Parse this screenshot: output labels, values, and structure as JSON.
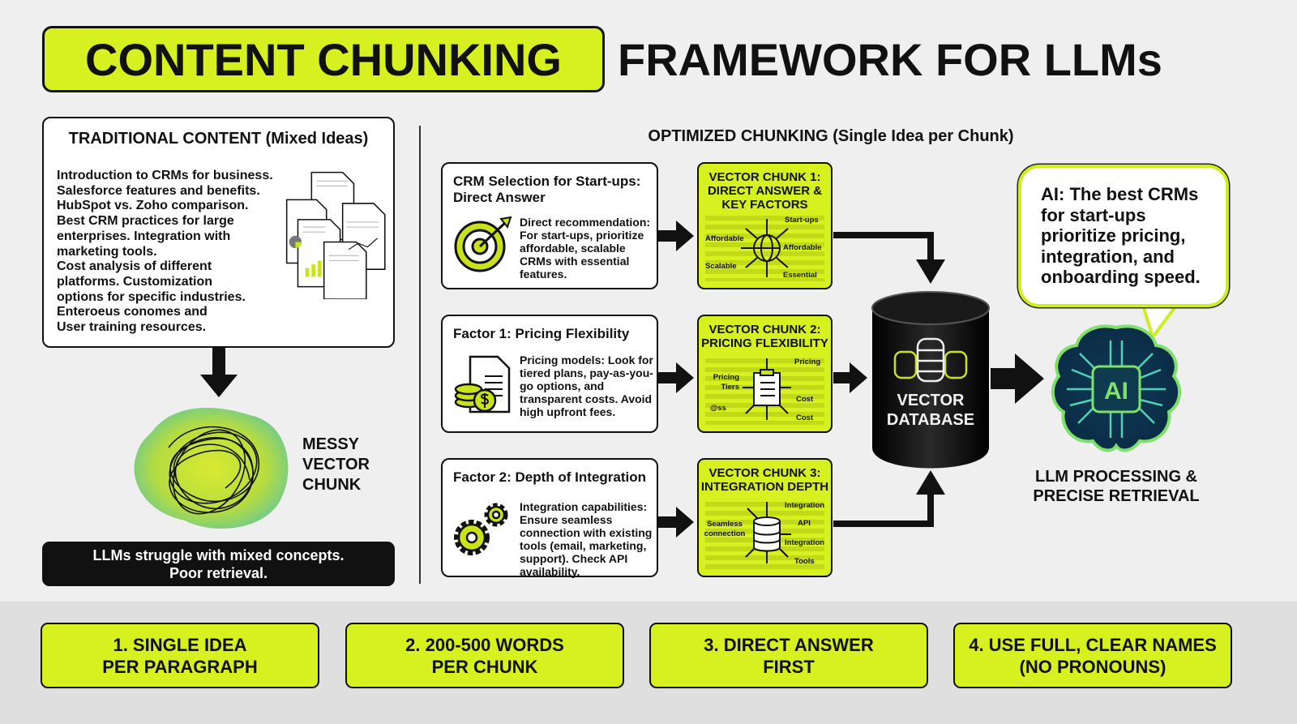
{
  "colors": {
    "accent": "#d6f020",
    "dark": "#111111",
    "background": "#efefef"
  },
  "title": {
    "highlight": "CONTENT CHUNKING",
    "rest": "FRAMEWORK FOR LLMs"
  },
  "traditional": {
    "title": "TRADITIONAL CONTENT (Mixed Ideas)",
    "lines": [
      "Introduction to CRMs for business.",
      "Salesforce features and benefits.",
      "HubSpot vs. Zoho comparison.",
      "Best CRM practices for large",
      "enterprises. Integration with",
      "marketing tools.",
      "Cost analysis of different",
      "platforms. Customization",
      "options for specific industries.",
      "Enteroeus conomes and",
      "User training resources."
    ],
    "doc_illustration": "stacked-documents-icon",
    "messy_label": [
      "MESSY",
      "VECTOR",
      "CHUNK"
    ],
    "problem": [
      "LLMs struggle with mixed concepts.",
      "Poor retrieval."
    ]
  },
  "optimized": {
    "heading": "OPTIMIZED CHUNKING (Single Idea per Chunk)",
    "cards": [
      {
        "title": "CRM Selection for Start-ups: Direct Answer",
        "icon": "target-icon",
        "body": "Direct recommendation: For start-ups, prioritize affordable, scalable CRMs with essential features."
      },
      {
        "title": "Factor 1: Pricing Flexibility",
        "icon": "pricing-document-coins-icon",
        "body": "Pricing models: Look for tiered plans, pay-as-you-go options, and transparent costs. Avoid high upfront fees."
      },
      {
        "title": "Factor 2: Depth of Integration",
        "icon": "gears-icon",
        "body": "Integration capabilities: Ensure seamless connection with existing tools (email, marketing, support). Check API availability."
      }
    ],
    "chunks": [
      {
        "title": "VECTOR CHUNK 1: DIRECT ANSWER & KEY FACTORS",
        "icon": "globe-icon",
        "labels": [
          "Start-ups",
          "Affordable",
          "Affordable",
          "Scalable",
          "Essential"
        ]
      },
      {
        "title": "VECTOR CHUNK 2: PRICING FLEXIBILITY",
        "icon": "clipboard-icon",
        "labels": [
          "Pricing",
          "Pricing Tiers",
          "Cost",
          "@ss",
          "Cost"
        ]
      },
      {
        "title": "VECTOR CHUNK 3: INTEGRATION DEPTH",
        "icon": "database-icon",
        "labels": [
          "Integration",
          "Seamless connection",
          "API",
          "Integration",
          "Tools"
        ]
      }
    ],
    "database_label": [
      "VECTOR",
      "DATABASE"
    ],
    "ai_answer": "AI: The best CRMs for start-ups prioritize pricing, integration, and onboarding speed.",
    "brain_label": "AI",
    "llm_label": [
      "LLM PROCESSING &",
      "PRECISE RETRIEVAL"
    ]
  },
  "tips": [
    [
      "1. SINGLE IDEA",
      "PER PARAGRAPH"
    ],
    [
      "2. 200-500 WORDS",
      "PER CHUNK"
    ],
    [
      "3. DIRECT ANSWER",
      "FIRST"
    ],
    [
      "4. USE FULL, CLEAR NAMES",
      "(NO PRONOUNS)"
    ]
  ]
}
